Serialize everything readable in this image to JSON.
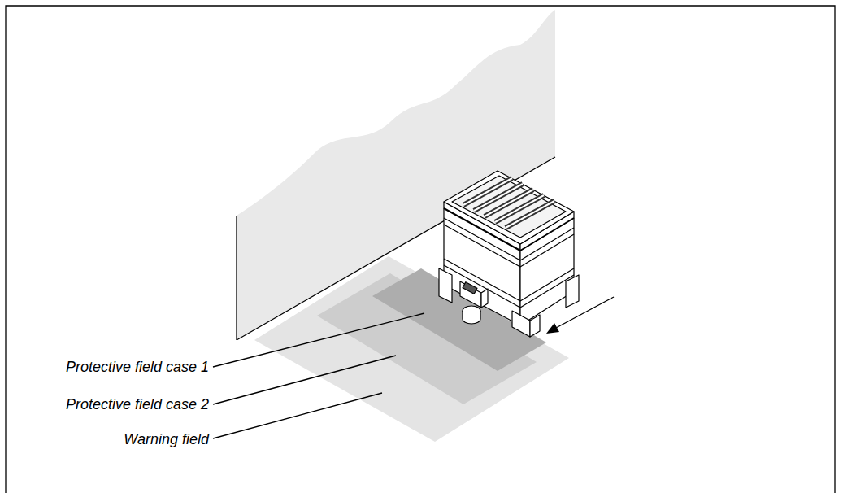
{
  "diagram": {
    "labels": [
      "Protective field case 1",
      "Protective field case 2",
      "Warning field"
    ]
  }
}
